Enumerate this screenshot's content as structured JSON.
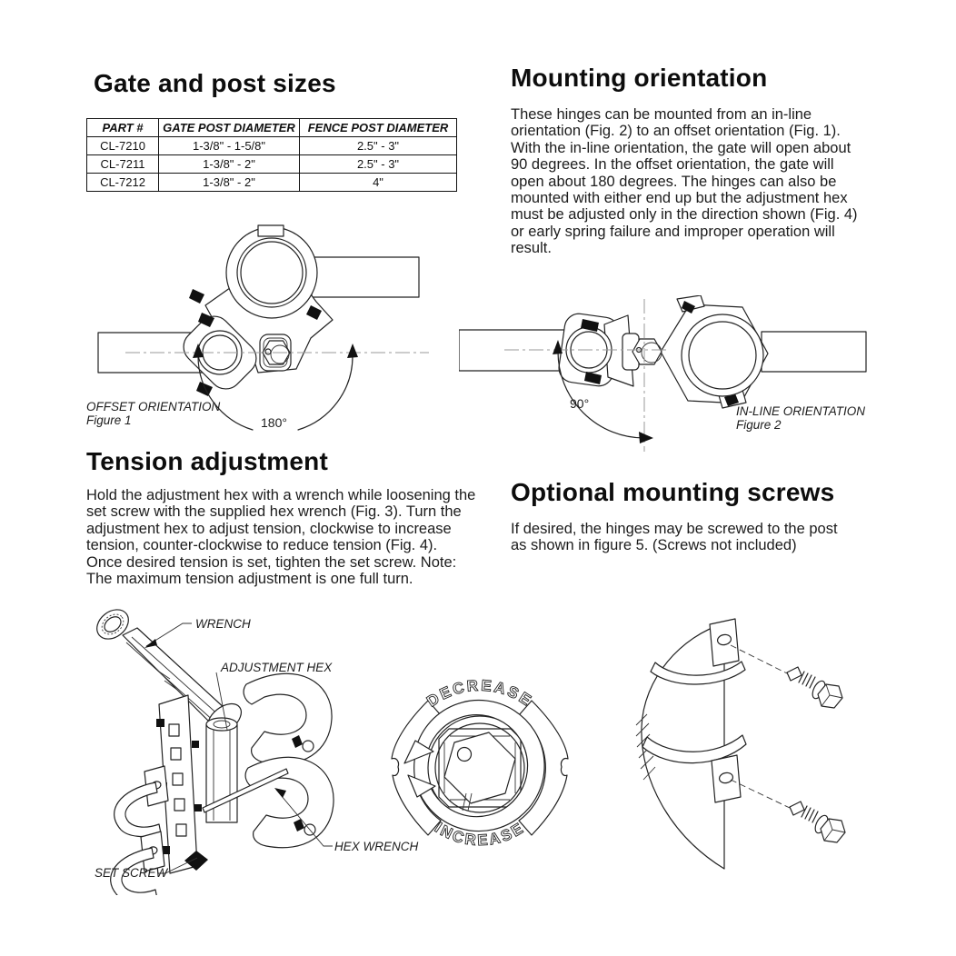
{
  "page": {
    "background": "#ffffff",
    "ink": "#111111"
  },
  "sections": {
    "gate_post_sizes": {
      "title": "Gate and post sizes",
      "table": {
        "headers": [
          "PART #",
          "GATE POST DIAMETER",
          "FENCE POST DIAMETER"
        ],
        "rows": [
          [
            "CL-7210",
            "1-3/8\" - 1-5/8\"",
            "2.5\" - 3\""
          ],
          [
            "CL-7211",
            "1-3/8\" - 2\"",
            "2.5\" - 3\""
          ],
          [
            "CL-7212",
            "1-3/8\" - 2\"",
            "4\""
          ]
        ]
      }
    },
    "mounting_orientation": {
      "title": "Mounting orientation",
      "body": "These hinges can be mounted from an in-line\norientation (Fig. 2) to an offset orientation (Fig. 1).\nWith the in-line orientation, the gate will open about\n90 degrees.  In the offset orientation, the gate will\nopen about 180 degrees.  The hinges can also be\nmounted with either end up but the adjustment hex\nmust be adjusted only in the direction shown (Fig. 4)\nor early spring failure and improper operation will\nresult."
    },
    "tension_adjustment": {
      "title": "Tension adjustment",
      "body": "Hold the adjustment hex with a wrench while loosening the\nset screw with the supplied hex wrench (Fig. 3). Turn the\nadjustment hex to adjust tension, clockwise to increase\ntension, counter-clockwise to reduce tension (Fig. 4).\nOnce desired tension is set, tighten the set screw.  Note:\nThe maximum tension adjustment is one full turn."
    },
    "optional_mounting_screws": {
      "title": "Optional mounting screws",
      "body": "If desired, the hinges may be screwed to the post\nas shown in figure 5. (Screws not included)"
    }
  },
  "figures": {
    "figure1": {
      "caption_line1": "OFFSET ORIENTATION",
      "caption_line2": "Figure 1",
      "angle": "180°"
    },
    "figure2": {
      "caption_line1": "IN-LINE ORIENTATION",
      "caption_line2": "Figure 2",
      "angle": "90°"
    },
    "figure3": {
      "labels": {
        "wrench": "WRENCH",
        "adjustment_hex": "ADJUSTMENT HEX",
        "hex_wrench": "HEX WRENCH",
        "set_screw": "SET SCREW"
      }
    },
    "figure4": {
      "decrease": "DECREASE",
      "increase": "INCREASE"
    }
  }
}
